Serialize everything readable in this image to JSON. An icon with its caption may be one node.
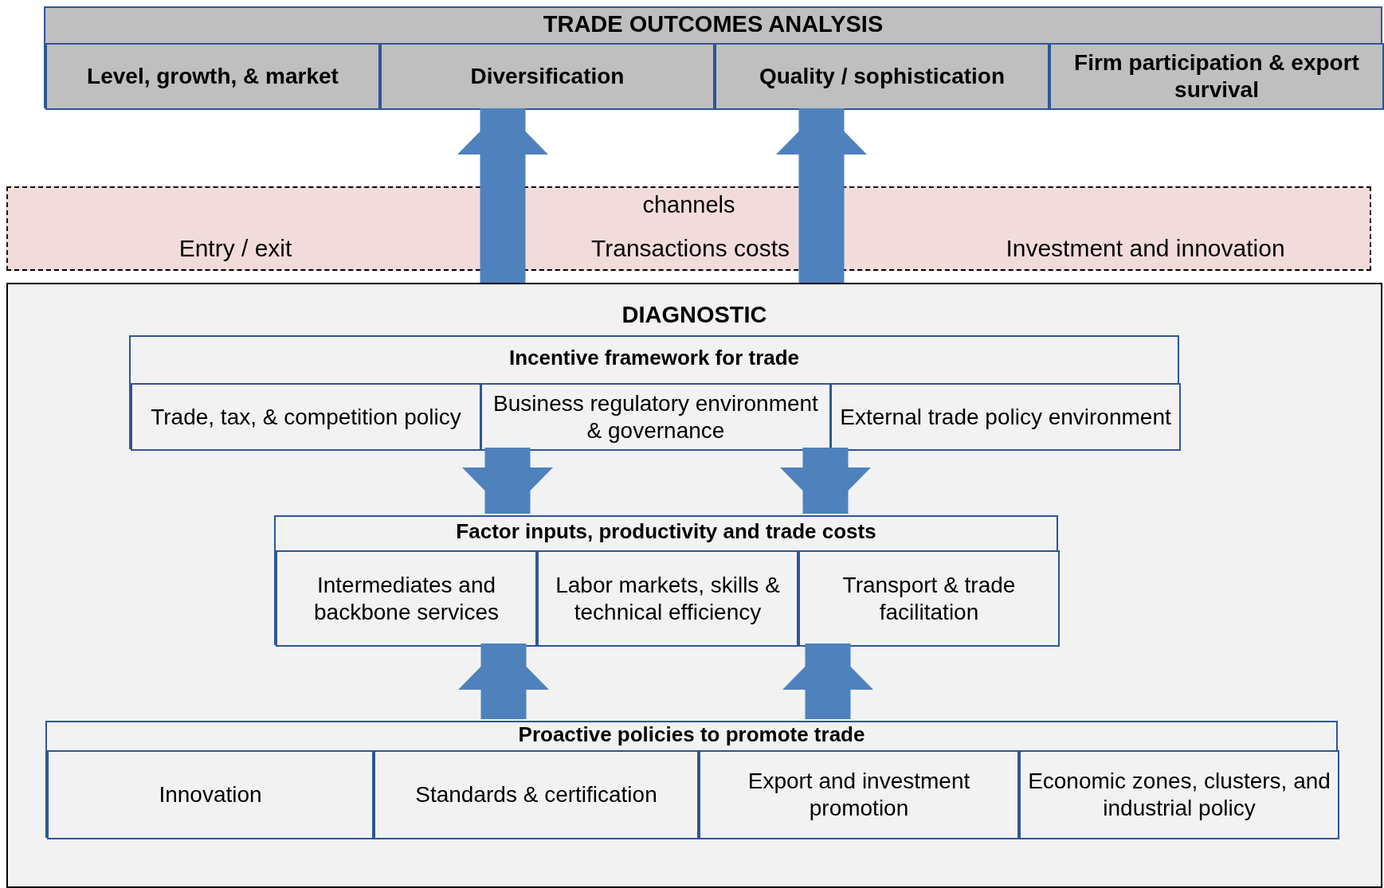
{
  "diagram": {
    "nodes": [
      {
        "text": [
          "TRADE OUTCOMES ANALYSIS"
        ]
      },
      {
        "text": [
          "Level, growth, & market"
        ],
        "in": 0
      },
      {
        "text": [
          "Diversification"
        ],
        "in": 0
      },
      {
        "text": [
          "Quality / sophistication"
        ],
        "in": 0
      },
      {
        "text": [
          "Firm participation & export survival"
        ],
        "in": 0
      },
      {
        "text": [
          "channels"
        ]
      },
      {
        "text": [
          "Entry / exit"
        ],
        "in": 5
      },
      {
        "text": [
          "Transactions costs"
        ],
        "in": 5
      },
      {
        "text": [
          "Investment and innovation"
        ],
        "in": 5
      },
      {
        "text": [
          "DIAGNOSTIC"
        ]
      },
      {
        "text": [
          "Incentive framework for trade"
        ],
        "in": 9
      },
      {
        "text": [
          "Trade, tax, & competition policy"
        ],
        "in": 10
      },
      {
        "text": [
          "Business regulatory environment & governance"
        ],
        "in": 10
      },
      {
        "text": [
          "External trade policy environment"
        ],
        "in": 10
      },
      {
        "text": [
          "Factor inputs, productivity and trade costs"
        ],
        "in": 9
      },
      {
        "text": [
          "Intermediates and backbone services"
        ],
        "in": 14
      },
      {
        "text": [
          "Labor markets, skills & technical efficiency"
        ],
        "in": 14
      },
      {
        "text": [
          "Transport & trade facilitation"
        ],
        "in": 14
      },
      {
        "text": [
          "Proactive policies to promote trade"
        ],
        "in": 9
      },
      {
        "text": [
          "Innovation"
        ],
        "in": 18
      },
      {
        "text": [
          "Standards & certification"
        ],
        "in": 18
      },
      {
        "text": [
          "Export and investment promotion"
        ],
        "in": 18
      },
      {
        "text": [
          "Economic zones, clusters, and industrial policy"
        ],
        "in": 18
      }
    ],
    "edges": [
      {
        "from": 9,
        "to": 0,
        "arrow": "to"
      },
      {
        "from": 9,
        "to": 0,
        "arrow": "to"
      },
      {
        "from": 10,
        "to": 14,
        "arrow": "to"
      },
      {
        "from": 10,
        "to": 14,
        "arrow": "to"
      },
      {
        "from": 18,
        "to": 14,
        "arrow": "to"
      },
      {
        "from": 18,
        "to": 14,
        "arrow": "to"
      }
    ]
  }
}
